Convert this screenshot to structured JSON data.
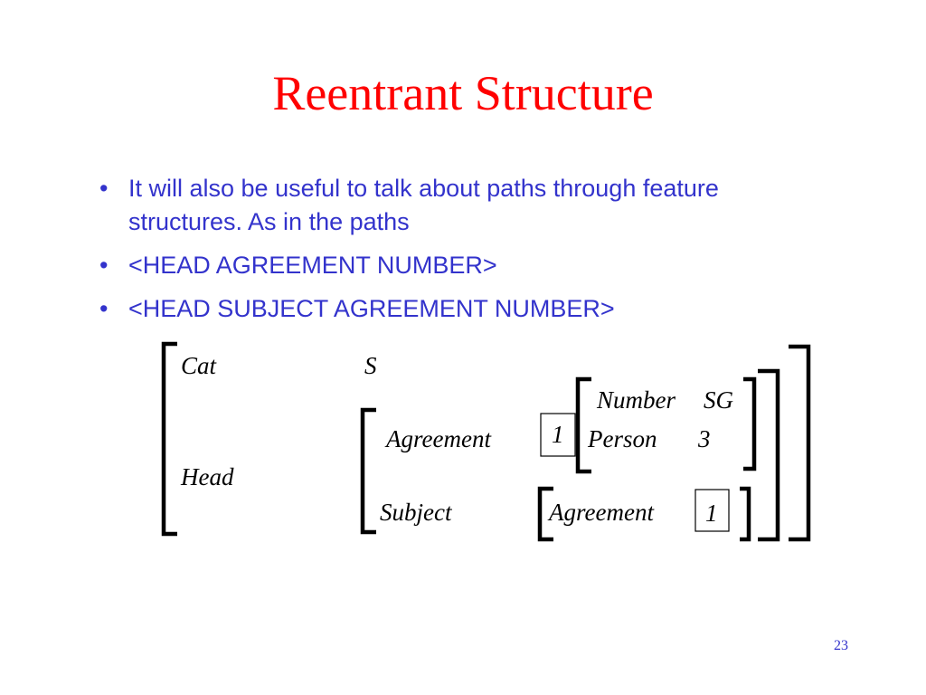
{
  "slide": {
    "title": "Reentrant Structure",
    "page_number": "23"
  },
  "colors": {
    "title": "#ff0000",
    "bullet_text": "#3333cc",
    "diagram": "#000000",
    "page_number": "#3333cc"
  },
  "bullets": [
    {
      "mark": "•",
      "text": "It will also be useful to talk about paths through feature structures.  As in the paths"
    },
    {
      "mark": "•",
      "text": "<HEAD AGREEMENT NUMBER>"
    },
    {
      "mark": "•",
      "text": "<HEAD SUBJECT AGREEMENT NUMBER>"
    }
  ],
  "feature_structure": {
    "cat_label": "Cat",
    "cat_value": "S",
    "head_label": "Head",
    "head": {
      "agreement_label": "Agreement",
      "agreement_tag": "1",
      "agreement": {
        "number_label": "Number",
        "number_value": "SG",
        "person_label": "Person",
        "person_value": "3"
      },
      "subject_label": "Subject",
      "subject": {
        "agreement_label": "Agreement",
        "agreement_tag": "1"
      }
    }
  }
}
